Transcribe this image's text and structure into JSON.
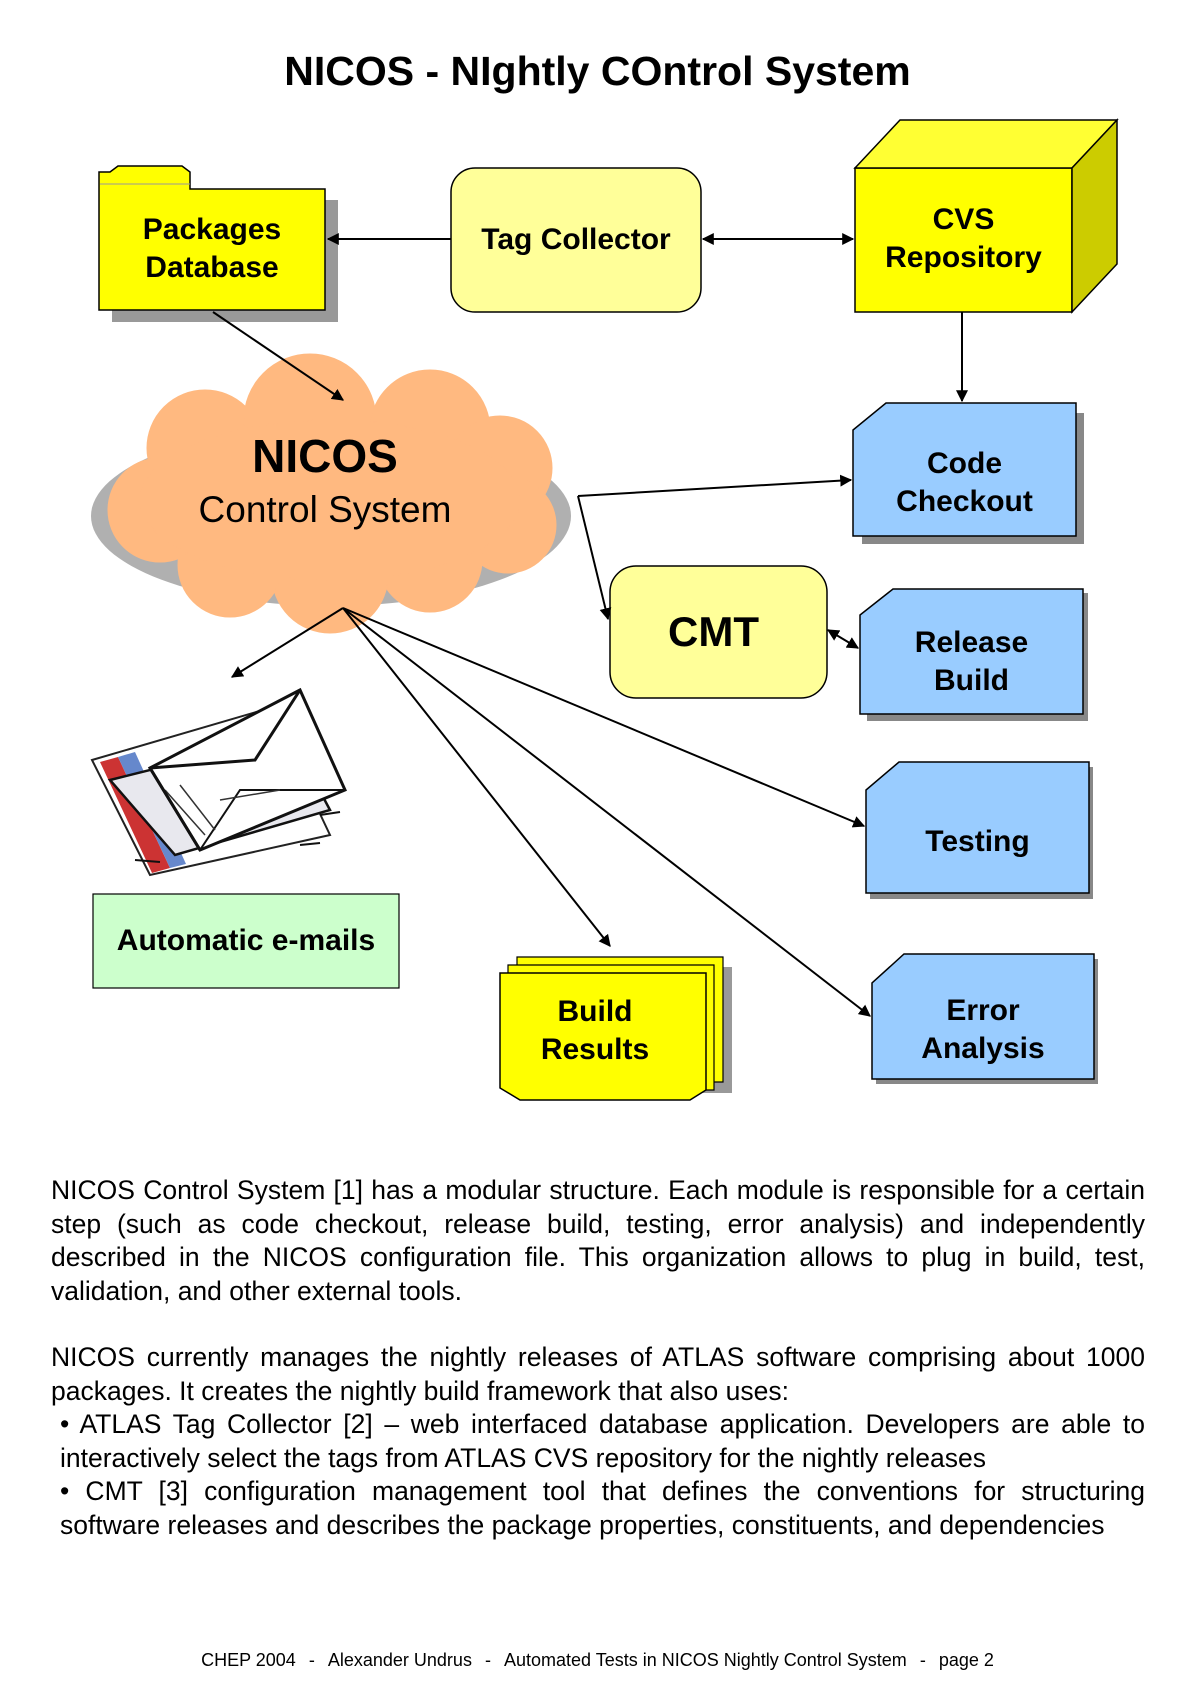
{
  "title": "NICOS - NIghtly COntrol System",
  "nodes": {
    "packages_db": "Packages\nDatabase",
    "tag_collector": "Tag Collector",
    "cvs_repository": "CVS\nRepository",
    "nicos_title": "NICOS",
    "nicos_subtitle": "Control System",
    "code_checkout": "Code\nCheckout",
    "cmt": "CMT",
    "release_build": "Release\nBuild",
    "testing": "Testing",
    "automatic_emails": "Automatic e-mails",
    "build_results": "Build\nResults",
    "error_analysis": "Error\nAnalysis"
  },
  "text": {
    "p1": "NICOS Control System [1] has a modular structure. Each module is responsible for a certain step (such as code checkout, release build, testing, error analysis) and independently described in the NICOS configuration file. This organization allows to plug in build, test, validation, and other external tools.",
    "p2": "NICOS currently manages the nightly releases of ATLAS software comprising about 1000 packages. It creates the nightly build framework that also uses:",
    "bullet1": "• ATLAS Tag Collector [2] – web interfaced database application. Developers are able to interactively select the tags from ATLAS CVS repository for the nightly releases",
    "bullet2": "• CMT [3] configuration management tool that defines the conventions for structuring software releases and describes the package properties, constituents, and dependencies"
  },
  "footer": {
    "conf": "CHEP 2004",
    "sep1": "-",
    "author": "Alexander Undrus",
    "sep2": "-",
    "talk": "Automated Tests in NICOS Nightly Control System",
    "sep3": "-",
    "page": "page 2"
  },
  "colors": {
    "yellow": "#ffff00",
    "light_yellow": "#ffff99",
    "blue": "#99ccff",
    "green": "#ccffcc",
    "cloud": "#ffb980"
  },
  "icons": {
    "mail": "envelope-stack-icon"
  }
}
